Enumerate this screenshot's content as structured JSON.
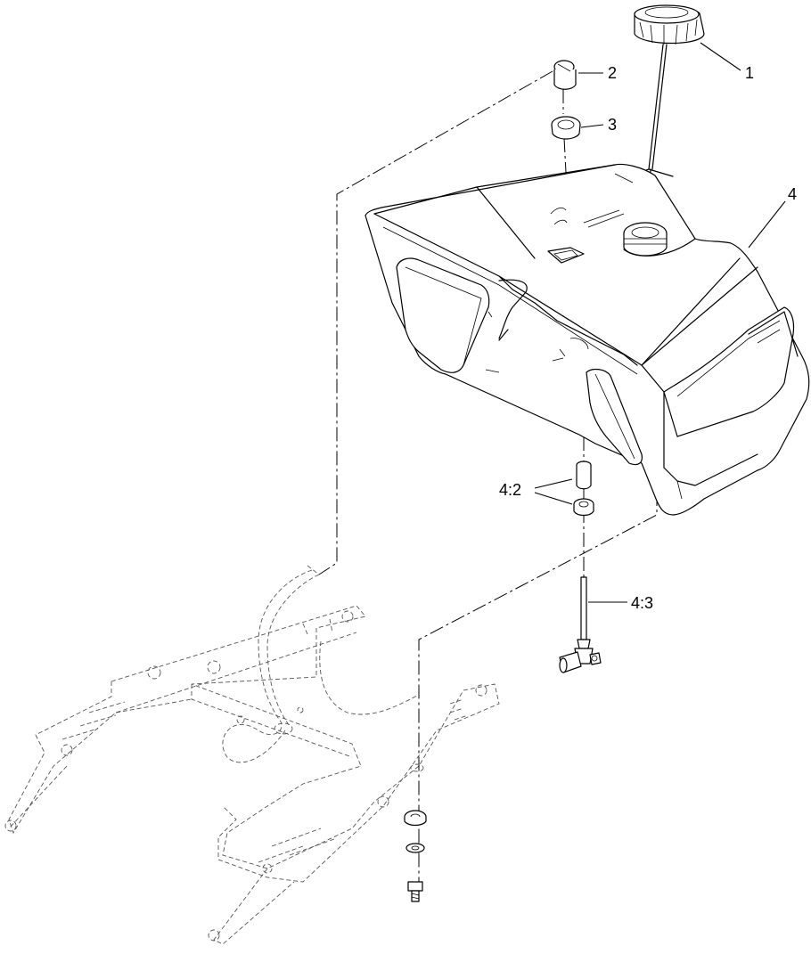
{
  "callouts": {
    "c1": "1",
    "c2": "2",
    "c3": "3",
    "c4": "4",
    "c42": "4:2",
    "c43": "4:3"
  }
}
